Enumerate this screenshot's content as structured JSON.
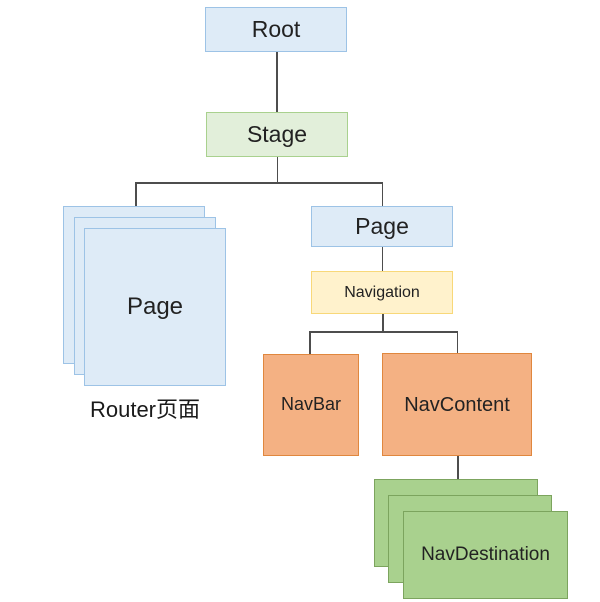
{
  "diagram": {
    "description": "component tree",
    "nodes": {
      "root": {
        "label": "Root"
      },
      "stage": {
        "label": "Stage"
      },
      "router_pages": {
        "label": "Page",
        "caption": "Router页面",
        "stacked": true,
        "stack_count": 3
      },
      "page": {
        "label": "Page"
      },
      "navigation": {
        "label": "Navigation"
      },
      "navbar": {
        "label": "NavBar"
      },
      "navcontent": {
        "label": "NavContent"
      },
      "navdestination": {
        "label": "NavDestination",
        "stacked": true,
        "stack_count": 3
      }
    },
    "edges": [
      {
        "from": "root",
        "to": "stage"
      },
      {
        "from": "stage",
        "to": "router_pages"
      },
      {
        "from": "stage",
        "to": "page"
      },
      {
        "from": "page",
        "to": "navigation"
      },
      {
        "from": "navigation",
        "to": "navbar"
      },
      {
        "from": "navigation",
        "to": "navcontent"
      },
      {
        "from": "navcontent",
        "to": "navdestination"
      }
    ],
    "colors": {
      "blue_fill": "#deebf7",
      "blue_border": "#9dc3e6",
      "green_light_fill": "#e2efda",
      "green_light_border": "#a9d18e",
      "yellow_fill": "#fff2cc",
      "yellow_border": "#f8d879",
      "orange_fill": "#f4b183",
      "orange_border": "#e0873e",
      "green_fill": "#a9d18e",
      "green_border": "#7ca45e",
      "connector": "#4d4d4d",
      "text": "#222222",
      "background": "#ffffff"
    }
  }
}
